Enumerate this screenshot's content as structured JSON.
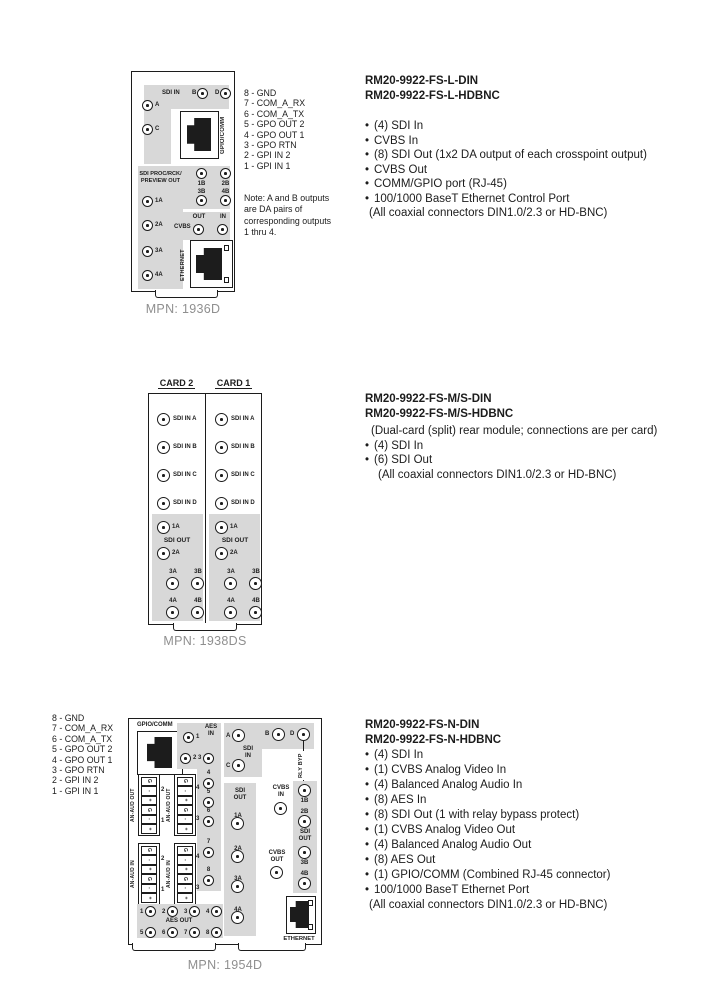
{
  "s1": {
    "titles": [
      "RM20-9922-FS-L-DIN",
      "RM20-9922-FS-L-HDBNC"
    ],
    "bullets": [
      "(4) SDI In",
      "CVBS In",
      "(8) SDI Out (1x2 DA output of each crosspoint output)",
      "CVBS Out",
      "COMM/GPIO port (RJ-45)",
      "100/1000 BaseT Ethernet Control Port"
    ],
    "footnote": "(All coaxial connectors DIN1.0/2.3 or HD-BNC)",
    "pins": [
      "8 - GND",
      "7 - COM_A_RX",
      "6 - COM_A_TX",
      "5 - GPO OUT 2",
      "4 - GPO OUT 1",
      "3 - GPO RTN",
      "2 - GPI IN 2",
      "1 - GPI IN 1"
    ],
    "note": [
      "Note: A and B outputs",
      "are DA pairs of",
      "corresponding outputs",
      "1 thru 4."
    ],
    "mpn": "MPN: 1936D",
    "panel": {
      "sdi_in": "SDI IN",
      "a": "A",
      "b": "B",
      "c": "C",
      "d": "D",
      "gpio": "GPIO/COMM",
      "proc1": "SDI PROC/RCK/",
      "proc2": "PREVIEW OUT",
      "b1": "1B",
      "b2": "2B",
      "b3": "3B",
      "b4": "4B",
      "a1": "1A",
      "a2": "2A",
      "a3": "3A",
      "a4": "4A",
      "cvbs": "CVBS",
      "out": "OUT",
      "in": "IN",
      "eth": "ETHERNET"
    }
  },
  "s2": {
    "headers": [
      "CARD 2",
      "CARD 1"
    ],
    "titles": [
      "RM20-9922-FS-M/S-DIN",
      "RM20-9922-FS-M/S-HDBNC"
    ],
    "subnote": "(Dual-card (split) rear module; connections are per card)",
    "bullets": [
      "(4) SDI In",
      "(6) SDI Out"
    ],
    "footnote": "(All coaxial connectors DIN1.0/2.3 or HD-BNC)",
    "mpn": "MPN: 1938DS",
    "card": {
      "rows": [
        "SDI IN A",
        "SDI IN B",
        "SDI IN C",
        "SDI IN D"
      ],
      "out": "SDI OUT",
      "a1": "1A",
      "a2": "2A",
      "a3": "3A",
      "b3": "3B",
      "a4": "4A",
      "b4": "4B"
    }
  },
  "s3": {
    "titles": [
      "RM20-9922-FS-N-DIN",
      "RM20-9922-FS-N-HDBNC"
    ],
    "bullets": [
      "(4) SDI In",
      "(1) CVBS Analog Video In",
      "(4) Balanced Analog Audio In",
      "(8) AES In",
      "(8) SDI Out (1 with relay bypass protect)",
      "(1) CVBS Analog Video Out",
      "(4) Balanced Analog Audio Out",
      "(8) AES Out",
      "(1) GPIO/COMM (Combined RJ-45 connector)",
      "100/1000 BaseT Ethernet Port"
    ],
    "footnote": "(All coaxial connectors DIN1.0/2.3 or HD-BNC)",
    "pins": [
      "8 - GND",
      "7 - COM_A_RX",
      "6 - COM_A_TX",
      "5 - GPO OUT 2",
      "4 - GPO OUT 1",
      "3 - GPO RTN",
      "2 - GPI IN 2",
      "1 - GPI IN 1"
    ],
    "mpn": "MPN: 1954D",
    "panel": {
      "gpio": "GPIO/COMM",
      "aes": "AES",
      "in": "IN",
      "out": "OUT",
      "sdi": "SDI",
      "cvbs": "CVBS",
      "n": [
        "1",
        "2",
        "3",
        "4",
        "5",
        "6",
        "7",
        "8"
      ],
      "pa": "A",
      "pb": "B",
      "pc": "C",
      "pd": "D",
      "rly": "RLY BYP",
      "m": [
        "1A",
        "2A",
        "3A",
        "4A"
      ],
      "r": [
        "1B",
        "2B",
        "3B",
        "4B"
      ],
      "aes_out": "AES OUT",
      "aud_out": "AN-AUD OUT",
      "aud_in": "AN-AUD IN",
      "bn": [
        "1",
        "2",
        "3",
        "4"
      ],
      "cells": [
        "G",
        "-",
        "+",
        "G",
        "-",
        "+"
      ],
      "eth": "ETHERNET"
    }
  }
}
